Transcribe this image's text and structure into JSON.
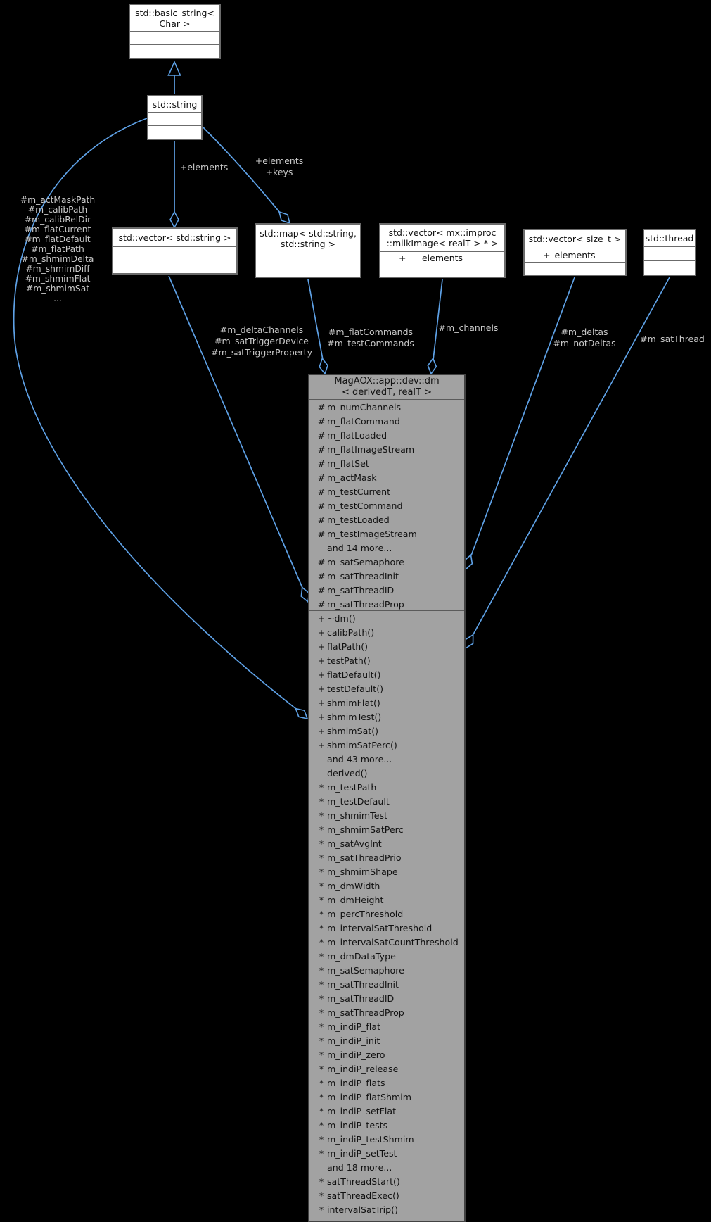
{
  "colors": {
    "bg": "#000000",
    "edge": "#5ea1e6",
    "label": "#c9c9c9",
    "nfill": "#ffffff",
    "nborder": "#6b6b6b",
    "mfill": "#a2a2a2",
    "mborder": "#424242"
  },
  "nodes": {
    "basic_string": {
      "title": "std::basic_string<\nChar >"
    },
    "std_string": {
      "title": "std::string"
    },
    "vector_string": {
      "title": "std::vector< std::string >"
    },
    "map_string": {
      "title": "std::map< std::string,\nstd::string >"
    },
    "vector_milkimage": {
      "title": "std::vector< mx::improc\n::milkImage< realT > * >",
      "members": [
        {
          "access": "+",
          "name": "elements"
        }
      ]
    },
    "vector_sizet": {
      "title": "std::vector< size_t >",
      "members": [
        {
          "access": "+",
          "name": "elements"
        }
      ]
    },
    "thread": {
      "title": "std::thread"
    },
    "dm": {
      "title": "MagAOX::app::dev::dm\n< derivedT, realT >",
      "attributes": [
        {
          "access": "#",
          "name": "m_numChannels"
        },
        {
          "access": "#",
          "name": "m_flatCommand"
        },
        {
          "access": "#",
          "name": "m_flatLoaded"
        },
        {
          "access": "#",
          "name": "m_flatImageStream"
        },
        {
          "access": "#",
          "name": "m_flatSet"
        },
        {
          "access": "#",
          "name": "m_actMask"
        },
        {
          "access": "#",
          "name": "m_testCurrent"
        },
        {
          "access": "#",
          "name": "m_testCommand"
        },
        {
          "access": "#",
          "name": "m_testLoaded"
        },
        {
          "access": "#",
          "name": "m_testImageStream"
        },
        {
          "access": "",
          "name": "and 14 more..."
        },
        {
          "access": "#",
          "name": "m_satSemaphore"
        },
        {
          "access": "#",
          "name": "m_satThreadInit"
        },
        {
          "access": "#",
          "name": "m_satThreadID"
        },
        {
          "access": "#",
          "name": "m_satThreadProp"
        }
      ],
      "methods": [
        {
          "access": "+",
          "name": "~dm()"
        },
        {
          "access": "+",
          "name": "calibPath()"
        },
        {
          "access": "+",
          "name": "flatPath()"
        },
        {
          "access": "+",
          "name": "testPath()"
        },
        {
          "access": "+",
          "name": "flatDefault()"
        },
        {
          "access": "+",
          "name": "testDefault()"
        },
        {
          "access": "+",
          "name": "shmimFlat()"
        },
        {
          "access": "+",
          "name": "shmimTest()"
        },
        {
          "access": "+",
          "name": "shmimSat()"
        },
        {
          "access": "+",
          "name": "shmimSatPerc()"
        },
        {
          "access": "",
          "name": "and 43 more..."
        },
        {
          "access": "-",
          "name": "derived()"
        },
        {
          "access": "*",
          "name": "m_testPath"
        },
        {
          "access": "*",
          "name": "m_testDefault"
        },
        {
          "access": "*",
          "name": "m_shmimTest"
        },
        {
          "access": "*",
          "name": "m_shmimSatPerc"
        },
        {
          "access": "*",
          "name": "m_satAvgInt"
        },
        {
          "access": "*",
          "name": "m_satThreadPrio"
        },
        {
          "access": "*",
          "name": "m_shmimShape"
        },
        {
          "access": "*",
          "name": "m_dmWidth"
        },
        {
          "access": "*",
          "name": "m_dmHeight"
        },
        {
          "access": "*",
          "name": "m_percThreshold"
        },
        {
          "access": "*",
          "name": "m_intervalSatThreshold"
        },
        {
          "access": "*",
          "name": "m_intervalSatCountThreshold"
        },
        {
          "access": "*",
          "name": "m_dmDataType"
        },
        {
          "access": "*",
          "name": "m_satSemaphore"
        },
        {
          "access": "*",
          "name": "m_satThreadInit"
        },
        {
          "access": "*",
          "name": "m_satThreadID"
        },
        {
          "access": "*",
          "name": "m_satThreadProp"
        },
        {
          "access": "*",
          "name": "m_indiP_flat"
        },
        {
          "access": "*",
          "name": "m_indiP_init"
        },
        {
          "access": "*",
          "name": "m_indiP_zero"
        },
        {
          "access": "*",
          "name": "m_indiP_release"
        },
        {
          "access": "*",
          "name": "m_indiP_flats"
        },
        {
          "access": "*",
          "name": "m_indiP_flatShmim"
        },
        {
          "access": "*",
          "name": "m_indiP_setFlat"
        },
        {
          "access": "*",
          "name": "m_indiP_tests"
        },
        {
          "access": "*",
          "name": "m_indiP_testShmim"
        },
        {
          "access": "*",
          "name": "m_indiP_setTest"
        },
        {
          "access": "",
          "name": "and 18 more..."
        },
        {
          "access": "*",
          "name": "satThreadStart()"
        },
        {
          "access": "*",
          "name": "satThreadExec()"
        },
        {
          "access": "*",
          "name": "intervalSatTrip()"
        }
      ]
    }
  },
  "edge_labels": {
    "string_elements": [
      "+elements"
    ],
    "map_elements_keys": [
      "+elements",
      "+keys"
    ],
    "string_members": [
      "#m_actMaskPath",
      "#m_calibPath",
      "#m_calibRelDir",
      "#m_flatCurrent",
      "#m_flatDefault",
      "#m_flatPath",
      "#m_shmimDelta",
      "#m_shmimDiff",
      "#m_shmimFlat",
      "#m_shmimSat",
      "..."
    ],
    "vector_string_members": [
      "#m_deltaChannels",
      "#m_satTriggerDevice",
      "#m_satTriggerProperty"
    ],
    "map_members": [
      "#m_flatCommands",
      "#m_testCommands"
    ],
    "milkimage_members": [
      "#m_channels"
    ],
    "sizet_members": [
      "#m_deltas",
      "#m_notDeltas"
    ],
    "thread_members": [
      "#m_satThread"
    ]
  }
}
